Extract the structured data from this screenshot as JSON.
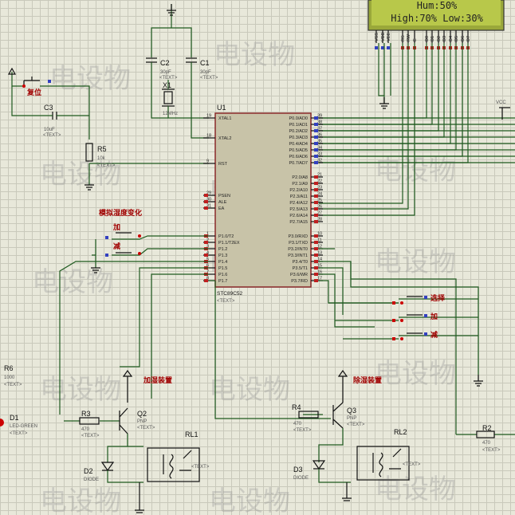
{
  "watermark": "电设物",
  "lcd": {
    "line1": "Hum:50%",
    "line2": "High:70%  Low:30%",
    "pins": [
      "VSS",
      "VDD",
      "VEE",
      "RS",
      "RW",
      "E",
      "D0",
      "D1",
      "D2",
      "D3",
      "D4",
      "D5",
      "D6",
      "D7"
    ]
  },
  "vcc": "VCC",
  "crystal": {
    "c2": "C2",
    "c2_val": "30pF",
    "c1": "C1",
    "c1_val": "30pF",
    "x1": "X1",
    "x1_val": "12MHz"
  },
  "reset": {
    "button_label": "复位",
    "c3": "C3",
    "c3_val": "10uF",
    "r5": "R5",
    "r5_val": "10k"
  },
  "mcu": {
    "ref": "U1",
    "part": "STC89C52",
    "left_pins": [
      {
        "num": "19",
        "name": "XTAL1"
      },
      {
        "num": "18",
        "name": "XTAL2"
      },
      {
        "num": "9",
        "name": "RST"
      },
      {
        "num": "29",
        "name": "PSEN"
      },
      {
        "num": "30",
        "name": "ALE"
      },
      {
        "num": "31",
        "name": "EA"
      },
      {
        "num": "1",
        "name": "P1.0/T2"
      },
      {
        "num": "2",
        "name": "P1.1/T2EX"
      },
      {
        "num": "3",
        "name": "P1.2"
      },
      {
        "num": "4",
        "name": "P1.3"
      },
      {
        "num": "5",
        "name": "P1.4"
      },
      {
        "num": "6",
        "name": "P1.5"
      },
      {
        "num": "7",
        "name": "P1.6"
      },
      {
        "num": "8",
        "name": "P1.7"
      }
    ],
    "right_pins_p0": [
      {
        "num": "39",
        "name": "P0.0/AD0"
      },
      {
        "num": "38",
        "name": "P0.1/AD1"
      },
      {
        "num": "37",
        "name": "P0.2/AD2"
      },
      {
        "num": "36",
        "name": "P0.3/AD3"
      },
      {
        "num": "35",
        "name": "P0.4/AD4"
      },
      {
        "num": "34",
        "name": "P0.5/AD5"
      },
      {
        "num": "33",
        "name": "P0.6/AD6"
      },
      {
        "num": "32",
        "name": "P0.7/AD7"
      }
    ],
    "right_pins_p2": [
      {
        "num": "21",
        "name": "P2.0/A8"
      },
      {
        "num": "22",
        "name": "P2.1/A9"
      },
      {
        "num": "23",
        "name": "P2.2/A10"
      },
      {
        "num": "24",
        "name": "P2.3/A11"
      },
      {
        "num": "25",
        "name": "P2.4/A12"
      },
      {
        "num": "26",
        "name": "P2.5/A13"
      },
      {
        "num": "27",
        "name": "P2.6/A14"
      },
      {
        "num": "28",
        "name": "P2.7/A15"
      }
    ],
    "right_pins_p3": [
      {
        "num": "10",
        "name": "P3.0/RXD"
      },
      {
        "num": "11",
        "name": "P3.1/TXD"
      },
      {
        "num": "12",
        "name": "P3.2/INT0"
      },
      {
        "num": "13",
        "name": "P3.3/INT1"
      },
      {
        "num": "14",
        "name": "P3.4/T0"
      },
      {
        "num": "15",
        "name": "P3.5/T1"
      },
      {
        "num": "16",
        "name": "P3.6/WR"
      },
      {
        "num": "17",
        "name": "P3.7/RD"
      }
    ]
  },
  "sim": {
    "title": "模拟湿度变化",
    "add": "加",
    "sub": "减"
  },
  "keys": {
    "select": "选择",
    "add": "加",
    "sub": "减"
  },
  "humidifier": {
    "title": "加湿装置",
    "r3": "R3",
    "r3_val": "470",
    "q2": "Q2",
    "q2_type": "PNP",
    "rl1": "RL1",
    "d2": "D2",
    "d2_val": "DIODE"
  },
  "dehumidifier": {
    "title": "除湿装置",
    "r4": "R4",
    "r4_val": "470",
    "q3": "Q3",
    "q3_type": "PNP",
    "rl2": "RL2",
    "d3": "D3",
    "d3_val": "DIODE"
  },
  "led": {
    "r6": "R6",
    "r6_val": "1000",
    "d1": "D1",
    "d1_val": "LED-GREEN"
  },
  "r2": {
    "ref": "R2",
    "val": "470"
  },
  "text_placeholder": "<TEXT>"
}
